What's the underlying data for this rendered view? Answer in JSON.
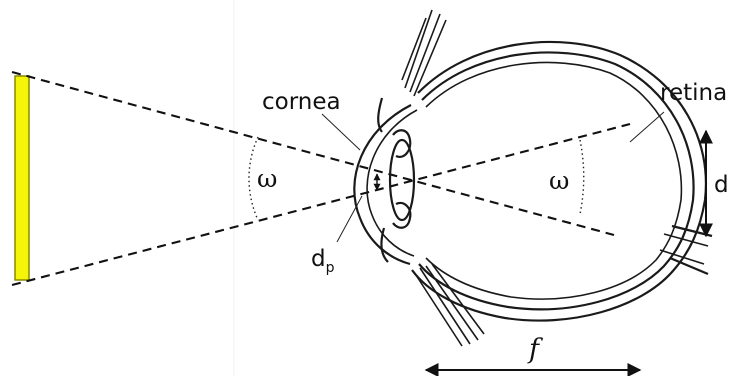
{
  "labels": {
    "cornea": "cornea",
    "retina": "retina",
    "omega_left": "ω",
    "omega_right": "ω",
    "dp_main": "d",
    "dp_sub": "p",
    "di_main": "d",
    "focal": "f"
  },
  "colors": {
    "object_fill": "#f5f50a",
    "object_stroke": "#8a8a00",
    "line": "#111111"
  }
}
